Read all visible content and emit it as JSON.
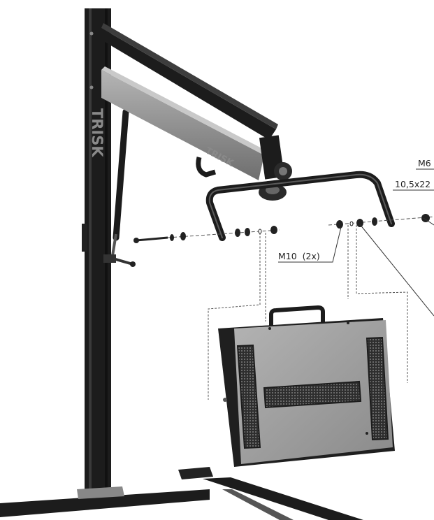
{
  "brand": {
    "name": "TRISK"
  },
  "callouts": [
    {
      "id": "m10",
      "text": "M10  (2x)"
    },
    {
      "id": "m6",
      "text": "M6"
    },
    {
      "id": "washer",
      "text": "10,5x22"
    }
  ],
  "colors": {
    "frame_black": "#1c1c1c",
    "arm_grey": "#8f8f8f",
    "panel_grey": "#9a9a9a",
    "grille_dark": "#3a3a3a",
    "leader_line": "#333333",
    "dash_line": "#555555"
  }
}
